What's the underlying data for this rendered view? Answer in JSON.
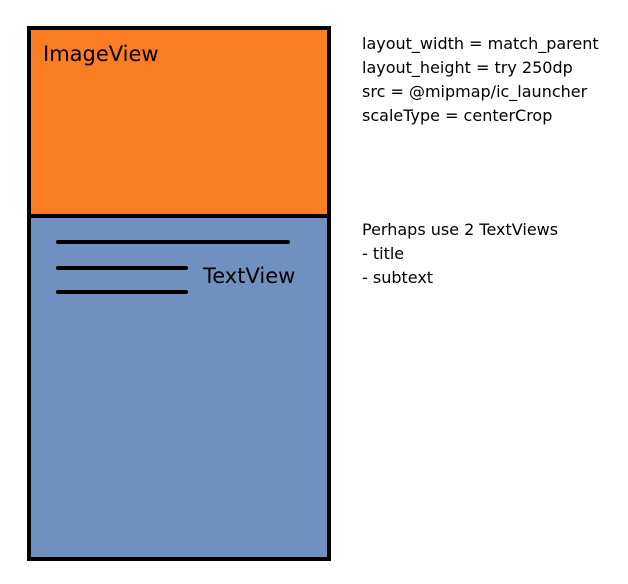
{
  "phone_mockup": {
    "image_label": "ImageView",
    "text_label": "TextView",
    "image_color": "#fb7d23",
    "body_color": "#7090bf",
    "outline_color": "#000000"
  },
  "notes_top": [
    "layout_width = match_parent",
    "layout_height = try 250dp",
    "src = @mipmap/ic_launcher",
    "scaleType = centerCrop"
  ],
  "notes_bottom": [
    "Perhaps use 2 TextViews",
    "- title",
    "- subtext"
  ]
}
